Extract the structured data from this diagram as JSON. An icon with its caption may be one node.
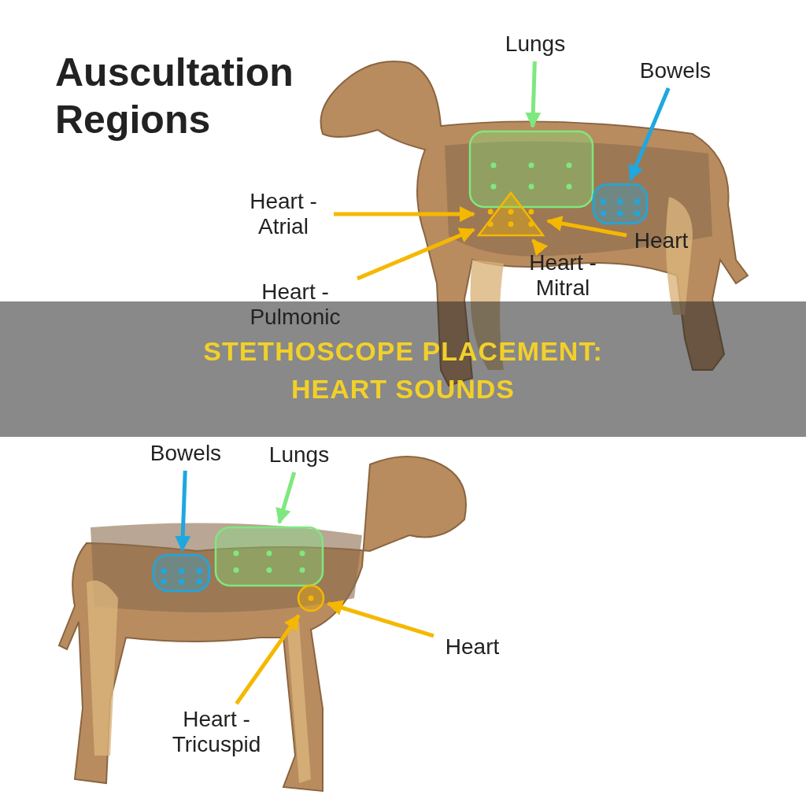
{
  "diagram": {
    "title": "Auscultation Regions",
    "caption": "STETHOSCOPE PLACEMENT: HEART SOUNDS",
    "nodes": [
      {
        "text": [
          "Lungs"
        ]
      },
      {
        "text": [
          "Bowels"
        ]
      },
      {
        "text": [
          "Heart - Atrial"
        ]
      },
      {
        "text": [
          "Heart - Pulmonic"
        ]
      },
      {
        "text": [
          "Heart"
        ]
      },
      {
        "text": [
          "Heart - Mitral"
        ]
      },
      {
        "text": [],
        "shape": "box"
      },
      {
        "text": [],
        "shape": "box"
      },
      {
        "text": [],
        "shape": "triangle"
      },
      {
        "text": [
          "Bowels"
        ]
      },
      {
        "text": [
          "Lungs"
        ]
      },
      {
        "text": [
          "Heart"
        ]
      },
      {
        "text": [
          "Heart - Tricuspid"
        ]
      },
      {
        "text": [],
        "shape": "box"
      },
      {
        "text": [],
        "shape": "box"
      },
      {
        "text": [],
        "shape": "circle"
      }
    ],
    "edges": [
      {
        "from": 0,
        "to": 6,
        "arrow": "to",
        "color": "#7ee87e"
      },
      {
        "from": 1,
        "to": 7,
        "arrow": "to",
        "color": "#1ea7e0"
      },
      {
        "from": 2,
        "to": 8,
        "arrow": "to"
      },
      {
        "from": 3,
        "to": 8,
        "arrow": "to"
      },
      {
        "from": 4,
        "to": 8,
        "arrow": "to"
      },
      {
        "from": 5,
        "to": 8,
        "arrow": "to"
      },
      {
        "from": 9,
        "to": 13,
        "arrow": "to",
        "color": "#1ea7e0"
      },
      {
        "from": 10,
        "to": 14,
        "arrow": "to",
        "color": "#7ee87e"
      },
      {
        "from": 11,
        "to": 15,
        "arrow": "to"
      },
      {
        "from": 12,
        "to": 15,
        "arrow": "to"
      }
    ]
  }
}
